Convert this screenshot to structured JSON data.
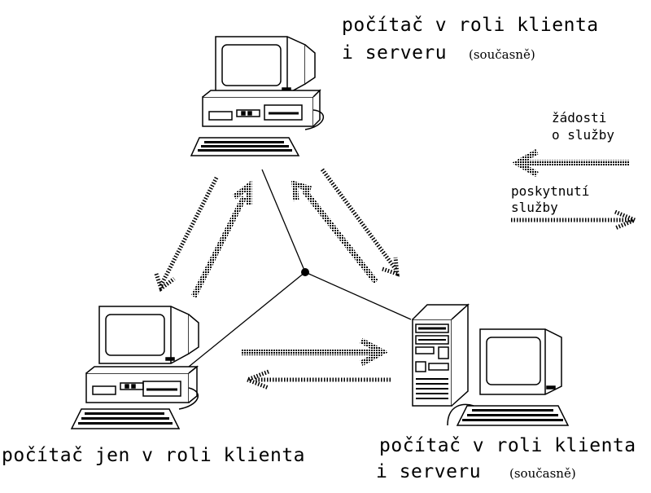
{
  "nodes": {
    "top": {
      "line1": "počítač v roli klienta",
      "line2": "i serveru",
      "note": "(současně)"
    },
    "bottom_left": {
      "line1": "počítač jen v roli klienta"
    },
    "bottom_right": {
      "line1": "počítač v roli klienta",
      "line2": "i serveru",
      "note": "(současně)"
    }
  },
  "legend": {
    "request_line1": "žádosti",
    "request_line2": "o služby",
    "service_line1": "poskytnutí",
    "service_line2": "služby"
  },
  "colors": {
    "ink": "#000000",
    "paper": "#ffffff"
  },
  "icons": [
    "desktop-computer-icon",
    "tower-computer-icon",
    "hub-icon",
    "request-arrow-icon",
    "service-arrow-icon"
  ]
}
